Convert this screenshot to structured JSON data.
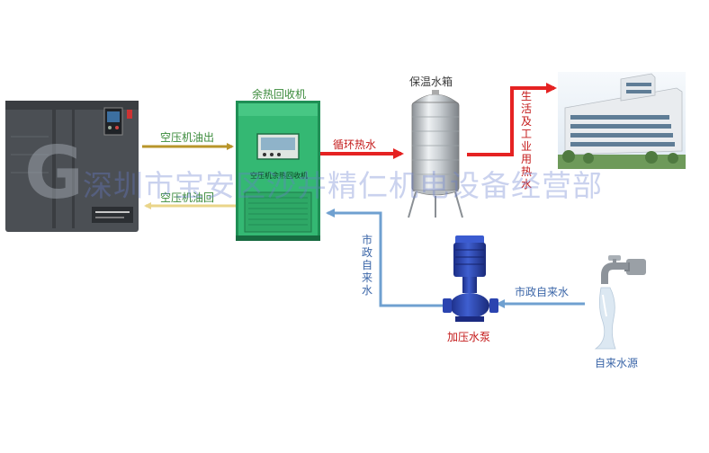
{
  "colors": {
    "oil": "#b8952a",
    "oil_return": "#ead58a",
    "hot_water": "#e52222",
    "city_water": "#6fa0d0",
    "label_green": "#3a8a3a",
    "label_red": "#c41a1a",
    "label_blue": "#3b66a8",
    "unit_green": "#2fb36a",
    "watermark": "#6a7fd0"
  },
  "nodes": {
    "compressor": {
      "icon": "air-compressor"
    },
    "recovery_unit": {
      "title": "余热回收机",
      "panel_text": "空压机余热回收机",
      "icon": "heat-recovery-unit"
    },
    "tank": {
      "title": "保温水箱",
      "icon": "insulated-water-tank"
    },
    "building": {
      "icon": "building"
    },
    "pump": {
      "title": "加压水泵",
      "icon": "booster-pump"
    },
    "tap": {
      "title": "自来水源",
      "icon": "water-tap"
    }
  },
  "edges": {
    "oil_out": {
      "label": "空压机油出"
    },
    "oil_return": {
      "label": "空压机油回"
    },
    "circ_hot": {
      "label": "循环热水"
    },
    "hot_use": {
      "label": "生活及工业用热水"
    },
    "city_to_pump": {
      "label": "市政自来水"
    },
    "pump_to_unit": {
      "label": "市政自来水"
    }
  },
  "watermark": "深圳市宝安区沙井精仁机电设备经营部"
}
